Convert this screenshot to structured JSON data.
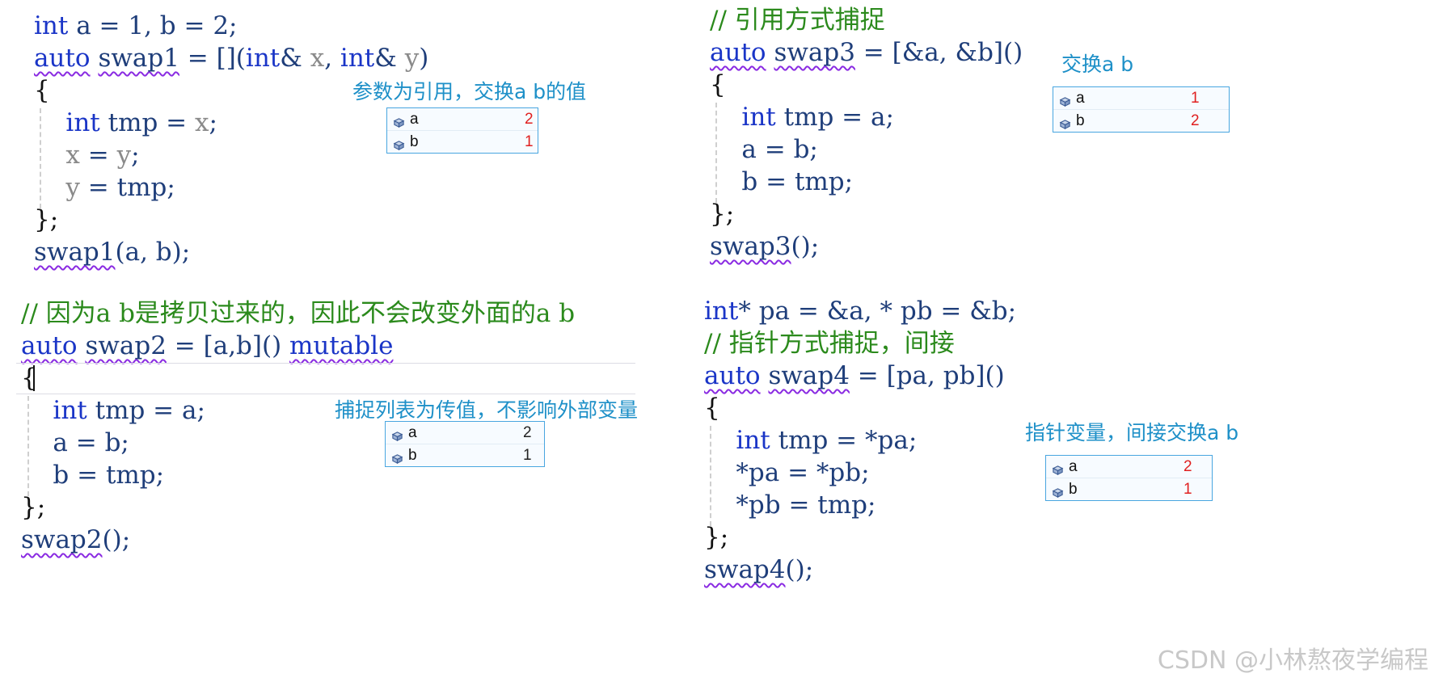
{
  "panels": {
    "p1": {
      "lines": [
        [
          {
            "t": "int",
            "c": "kw"
          },
          {
            "t": " a = 1, b = 2;",
            "c": "var"
          }
        ],
        [
          {
            "t": "auto",
            "c": "kw",
            "s": true
          },
          {
            "t": " ",
            "c": "var"
          },
          {
            "t": "swap1",
            "c": "var",
            "s": true
          },
          {
            "t": " = [](",
            "c": "var"
          },
          {
            "t": "int",
            "c": "kw"
          },
          {
            "t": "& ",
            "c": "var"
          },
          {
            "t": "x",
            "c": "dim"
          },
          {
            "t": ", ",
            "c": "var"
          },
          {
            "t": "int",
            "c": "kw"
          },
          {
            "t": "& ",
            "c": "var"
          },
          {
            "t": "y",
            "c": "dim"
          },
          {
            "t": ")",
            "c": "var"
          }
        ],
        [
          {
            "t": "{",
            "c": "punc"
          }
        ],
        [
          {
            "t": "    ",
            "c": "var"
          },
          {
            "t": "int",
            "c": "kw"
          },
          {
            "t": " tmp = ",
            "c": "var"
          },
          {
            "t": "x",
            "c": "dim"
          },
          {
            "t": ";",
            "c": "var"
          }
        ],
        [
          {
            "t": "    ",
            "c": "var"
          },
          {
            "t": "x",
            "c": "dim"
          },
          {
            "t": " = ",
            "c": "var"
          },
          {
            "t": "y",
            "c": "dim"
          },
          {
            "t": ";",
            "c": "var"
          }
        ],
        [
          {
            "t": "    ",
            "c": "var"
          },
          {
            "t": "y",
            "c": "dim"
          },
          {
            "t": " = tmp;",
            "c": "var"
          }
        ],
        [
          {
            "t": "};",
            "c": "punc"
          }
        ],
        [
          {
            "t": "swap1",
            "c": "var",
            "s": true
          },
          {
            "t": "(a, b);",
            "c": "var"
          }
        ]
      ],
      "annotation": "参数为引用，交换a b的值",
      "watch": [
        {
          "name": "a",
          "value": "2",
          "color": "red"
        },
        {
          "name": "b",
          "value": "1",
          "color": "red"
        }
      ]
    },
    "p2": {
      "lines": [
        [
          {
            "t": "// 因为a b是拷贝过来的，因此不会改变外面的a b",
            "c": "comment"
          }
        ],
        [
          {
            "t": "auto",
            "c": "kw",
            "s": true
          },
          {
            "t": " ",
            "c": "var"
          },
          {
            "t": "swap2",
            "c": "var",
            "s": true
          },
          {
            "t": " = [a,b]() ",
            "c": "var"
          },
          {
            "t": "mutable",
            "c": "kw",
            "s": true
          }
        ],
        [
          {
            "t": "{",
            "c": "punc"
          }
        ],
        [
          {
            "t": "    ",
            "c": "var"
          },
          {
            "t": "int",
            "c": "kw"
          },
          {
            "t": " tmp = a;",
            "c": "var"
          }
        ],
        [
          {
            "t": "    a = b;",
            "c": "var"
          }
        ],
        [
          {
            "t": "    b = tmp;",
            "c": "var"
          }
        ],
        [
          {
            "t": "};",
            "c": "punc"
          }
        ],
        [
          {
            "t": "swap2",
            "c": "var",
            "s": true
          },
          {
            "t": "();",
            "c": "var"
          }
        ]
      ],
      "annotation": "捕捉列表为传值，不影响外部变量",
      "watch": [
        {
          "name": "a",
          "value": "2",
          "color": "black"
        },
        {
          "name": "b",
          "value": "1",
          "color": "black"
        }
      ]
    },
    "p3": {
      "lines": [
        [
          {
            "t": "// 引用方式捕捉",
            "c": "comment"
          }
        ],
        [
          {
            "t": "auto",
            "c": "kw",
            "s": true
          },
          {
            "t": " ",
            "c": "var"
          },
          {
            "t": "swap3",
            "c": "var",
            "s": true
          },
          {
            "t": " = [&a, &b]()",
            "c": "var"
          }
        ],
        [
          {
            "t": "{",
            "c": "punc"
          }
        ],
        [
          {
            "t": "    ",
            "c": "var"
          },
          {
            "t": "int",
            "c": "kw"
          },
          {
            "t": " tmp = a;",
            "c": "var"
          }
        ],
        [
          {
            "t": "    a = b;",
            "c": "var"
          }
        ],
        [
          {
            "t": "    b = tmp;",
            "c": "var"
          }
        ],
        [
          {
            "t": "};",
            "c": "punc"
          }
        ],
        [
          {
            "t": "swap3",
            "c": "var",
            "s": true
          },
          {
            "t": "();",
            "c": "var"
          }
        ]
      ],
      "annotation": "交换a b",
      "watch": [
        {
          "name": "a",
          "value": "1",
          "color": "red"
        },
        {
          "name": "b",
          "value": "2",
          "color": "red"
        }
      ]
    },
    "p4": {
      "lines": [
        [
          {
            "t": "int",
            "c": "kw"
          },
          {
            "t": "* pa = &a, * pb = &b;",
            "c": "var"
          }
        ],
        [
          {
            "t": "// 指针方式捕捉，间接",
            "c": "comment"
          }
        ],
        [
          {
            "t": "auto",
            "c": "kw",
            "s": true
          },
          {
            "t": " ",
            "c": "var"
          },
          {
            "t": "swap4",
            "c": "var",
            "s": true
          },
          {
            "t": " = [pa, pb]()",
            "c": "var"
          }
        ],
        [
          {
            "t": "{",
            "c": "punc"
          }
        ],
        [
          {
            "t": "    ",
            "c": "var"
          },
          {
            "t": "int",
            "c": "kw"
          },
          {
            "t": " tmp = *pa;",
            "c": "var"
          }
        ],
        [
          {
            "t": "    *pa = *pb;",
            "c": "var"
          }
        ],
        [
          {
            "t": "    *pb = tmp;",
            "c": "var"
          }
        ],
        [
          {
            "t": "};",
            "c": "punc"
          }
        ],
        [
          {
            "t": "swap4",
            "c": "var",
            "s": true
          },
          {
            "t": "();",
            "c": "var"
          }
        ]
      ],
      "annotation": "指针变量，间接交换a b",
      "watch": [
        {
          "name": "a",
          "value": "2",
          "color": "red"
        },
        {
          "name": "b",
          "value": "1",
          "color": "red"
        }
      ]
    }
  },
  "watch_icon": "variable-cube-icon",
  "watermark": "CSDN @小林熬夜学编程"
}
